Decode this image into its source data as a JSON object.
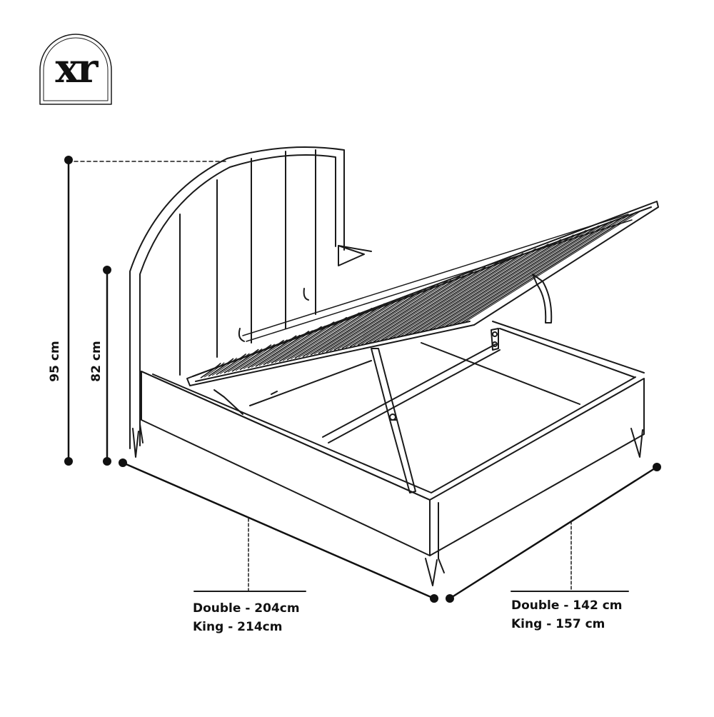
{
  "brand": {
    "logo_text": "xr"
  },
  "dimensions": {
    "total_height": "95 cm",
    "headboard_height": "82 cm",
    "length": {
      "double": "Double - 204cm",
      "king": "King - 214cm"
    },
    "width": {
      "double": "Double - 142 cm",
      "king": "King - 157 cm"
    }
  },
  "colors": {
    "line": "#1a1a1a",
    "background": "#ffffff"
  }
}
